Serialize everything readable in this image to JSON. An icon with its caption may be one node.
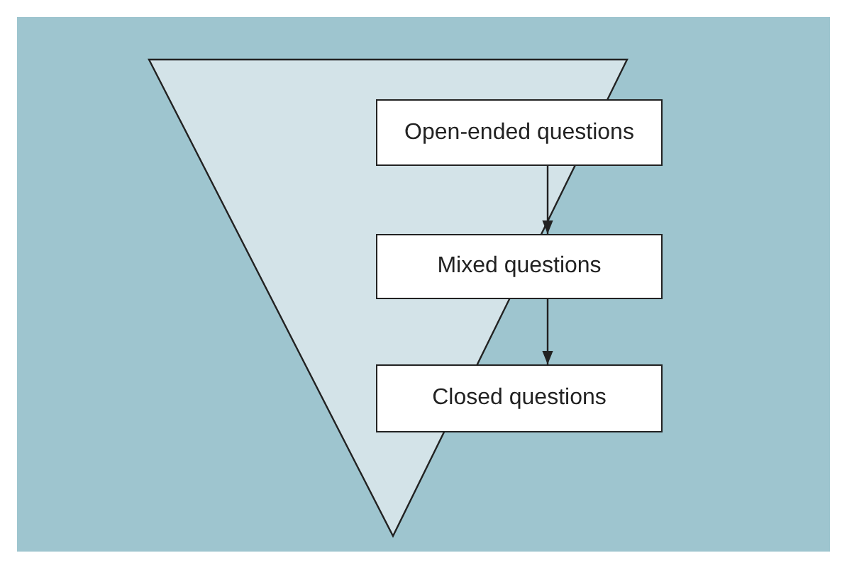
{
  "diagram": {
    "nodes": [
      {
        "text": [
          "Open-ended questions"
        ]
      },
      {
        "text": [
          "Mixed questions"
        ]
      },
      {
        "text": [
          "Closed questions"
        ]
      }
    ],
    "edges": [
      {
        "from": 0,
        "to": 1,
        "arrow": "to"
      },
      {
        "from": 1,
        "to": 2,
        "arrow": "to"
      }
    ]
  }
}
